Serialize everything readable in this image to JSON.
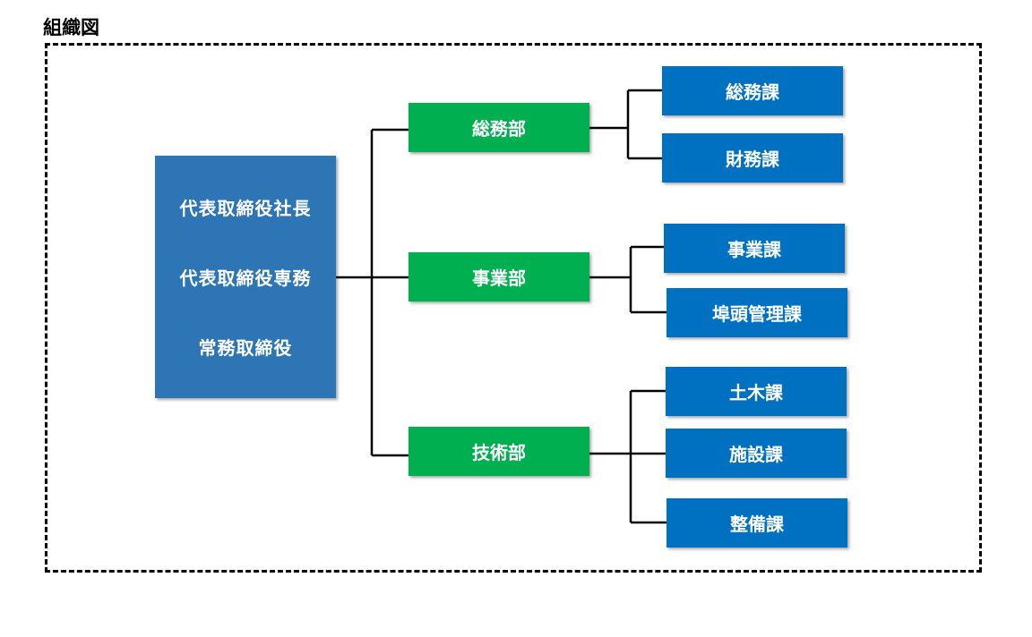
{
  "title": "組織図",
  "executive": {
    "lines": [
      "代表取締役社長",
      "代表取締役専務",
      "常務取締役"
    ]
  },
  "departments": [
    {
      "label": "総務部",
      "sections": [
        "総務課",
        "財務課"
      ]
    },
    {
      "label": "事業部",
      "sections": [
        "事業課",
        "埠頭管理課"
      ]
    },
    {
      "label": "技術部",
      "sections": [
        "土木課",
        "施設課",
        "整備課"
      ]
    }
  ],
  "colors": {
    "executive": "#2e75b6",
    "department": "#00b050",
    "section": "#0070c0",
    "connector": "#000000"
  }
}
